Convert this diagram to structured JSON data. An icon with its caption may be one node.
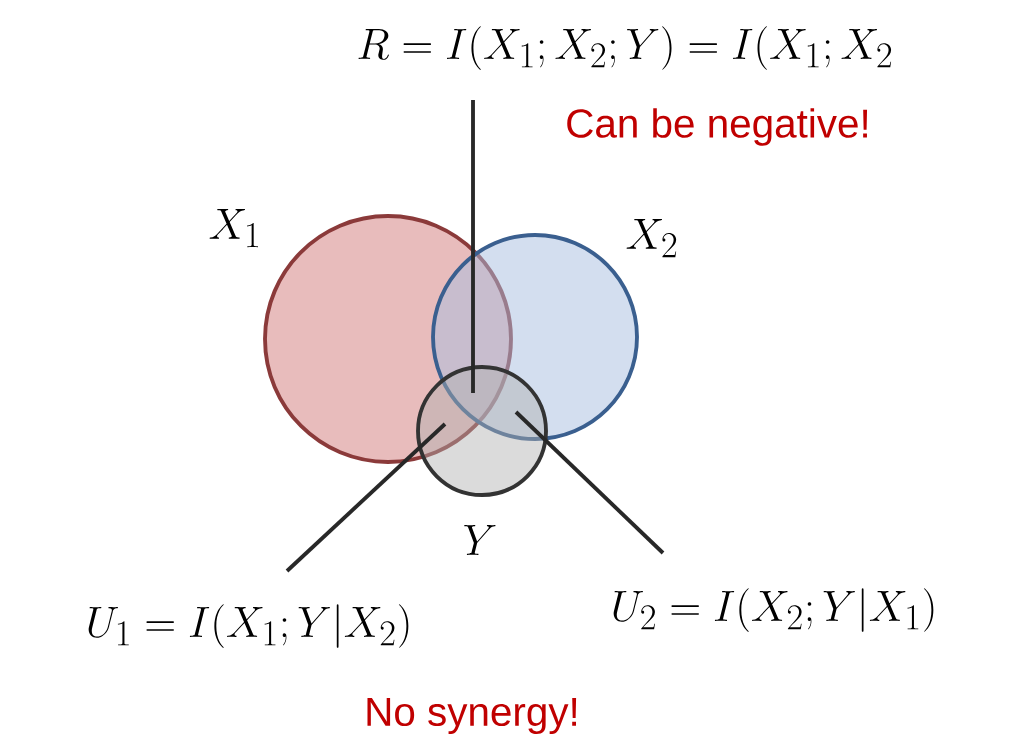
{
  "diagram": {
    "nodes": [
      {
        "text": [
          "X_1"
        ]
      },
      {
        "text": [
          "X_2"
        ]
      },
      {
        "text": [
          "Y"
        ]
      },
      {
        "text": [
          "R = I(X_1; X_2; Y) = I(X_1; X_2"
        ]
      },
      {
        "text": [
          "U_1 = I(X_1; Y | X_2)"
        ]
      },
      {
        "text": [
          "U_2 = I(X_2; Y | X_1)"
        ]
      }
    ],
    "edges": [
      {
        "from": 3,
        "to": 2,
        "arrow": "none"
      },
      {
        "from": 4,
        "to": 2,
        "arrow": "none"
      },
      {
        "from": 5,
        "to": 2,
        "arrow": "none"
      }
    ],
    "labels": [
      "Can be negative!",
      "No synergy!"
    ]
  }
}
